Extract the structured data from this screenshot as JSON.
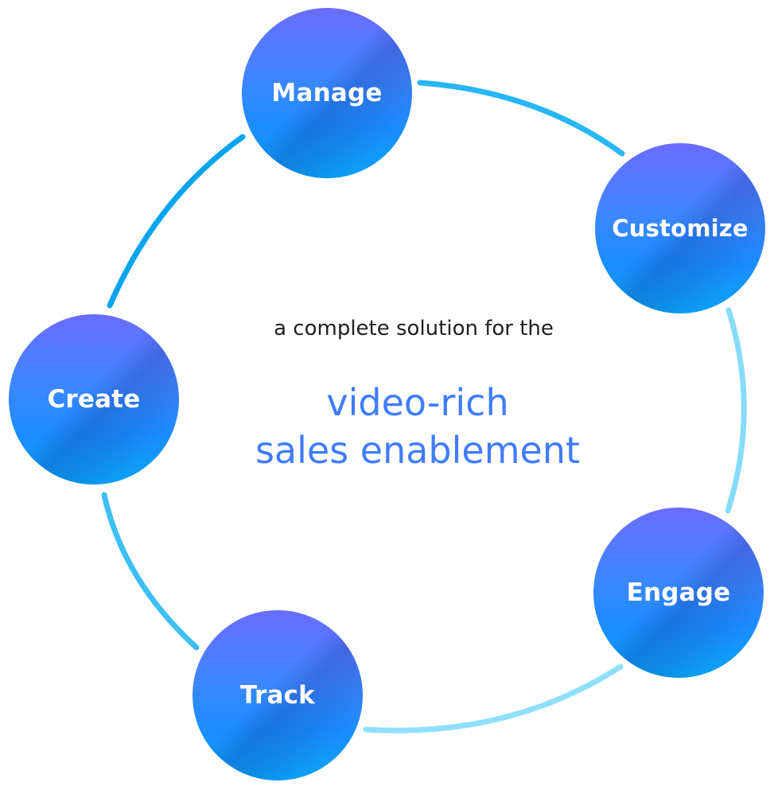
{
  "diagram": {
    "intro_text": "a complete solution for the",
    "headline_line1": "video-rich",
    "headline_line2": "sales enablement",
    "steps": [
      {
        "label": "Manage"
      },
      {
        "label": "Customize"
      },
      {
        "label": "Engage"
      },
      {
        "label": "Track"
      },
      {
        "label": "Create"
      }
    ],
    "colors": {
      "ring_dark": "#05a4f0",
      "ring_light": "#8ee0fb",
      "circle_top": "#6a6cff",
      "circle_bottom": "#0aa2f5",
      "headline": "#3f7cff"
    }
  }
}
